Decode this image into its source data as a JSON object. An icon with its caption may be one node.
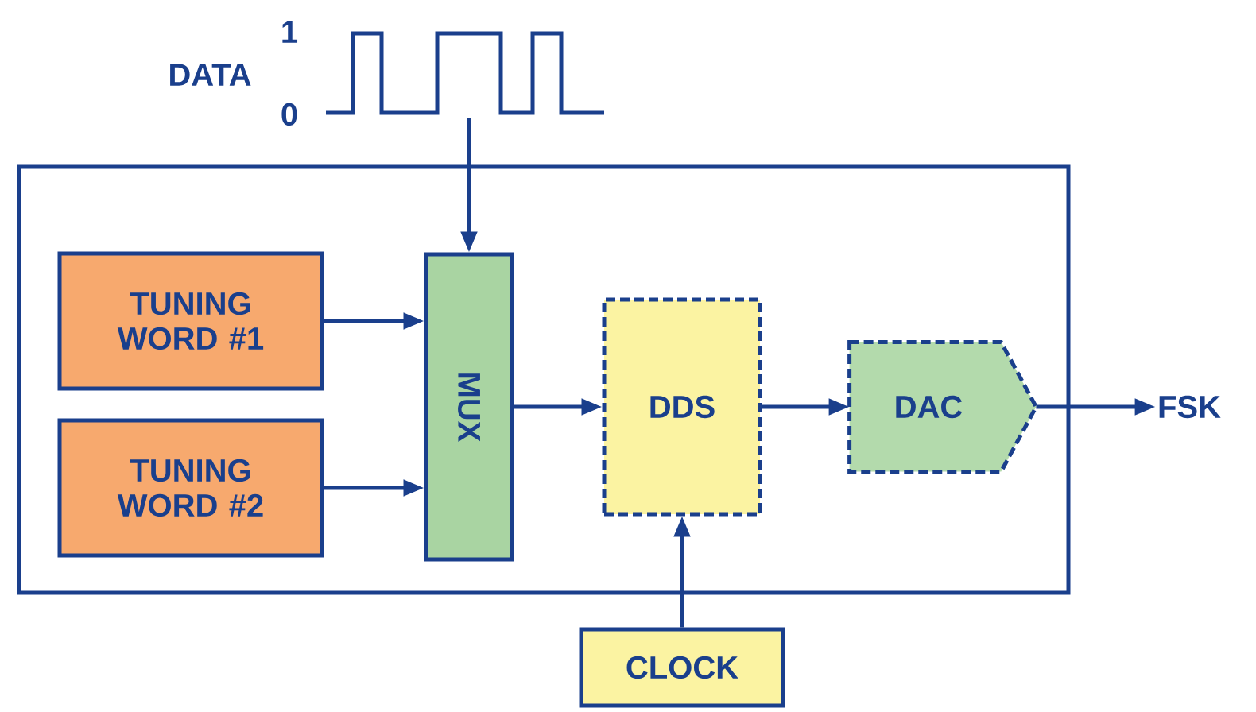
{
  "diagram": {
    "nodes": [
      {
        "text": [],
        "shape": "picture"
      },
      {
        "text": [],
        "shape": "box"
      },
      {
        "text": [
          "TUNING WORD #1"
        ],
        "in": 1
      },
      {
        "text": [
          "TUNING WORD #2"
        ],
        "in": 1
      },
      {
        "text": [
          "MUX"
        ],
        "in": 1
      },
      {
        "text": [
          "DDS"
        ],
        "in": 1
      },
      {
        "text": [
          "DAC"
        ],
        "in": 1
      },
      {
        "text": [
          "FSK"
        ]
      },
      {
        "text": [
          "CLOCK"
        ]
      }
    ],
    "edges": [
      {
        "from": 0,
        "to": 4,
        "arrow": "to"
      },
      {
        "from": 2,
        "to": 4,
        "arrow": "to"
      },
      {
        "from": 3,
        "to": 4,
        "arrow": "to"
      },
      {
        "from": 4,
        "to": 5,
        "arrow": "to"
      },
      {
        "from": 5,
        "to": 6,
        "arrow": "to"
      },
      {
        "from": 6,
        "to": 7,
        "arrow": "to"
      },
      {
        "from": 8,
        "to": 5,
        "arrow": "to"
      }
    ],
    "labels": [
      "DATA",
      "1",
      "0"
    ]
  }
}
